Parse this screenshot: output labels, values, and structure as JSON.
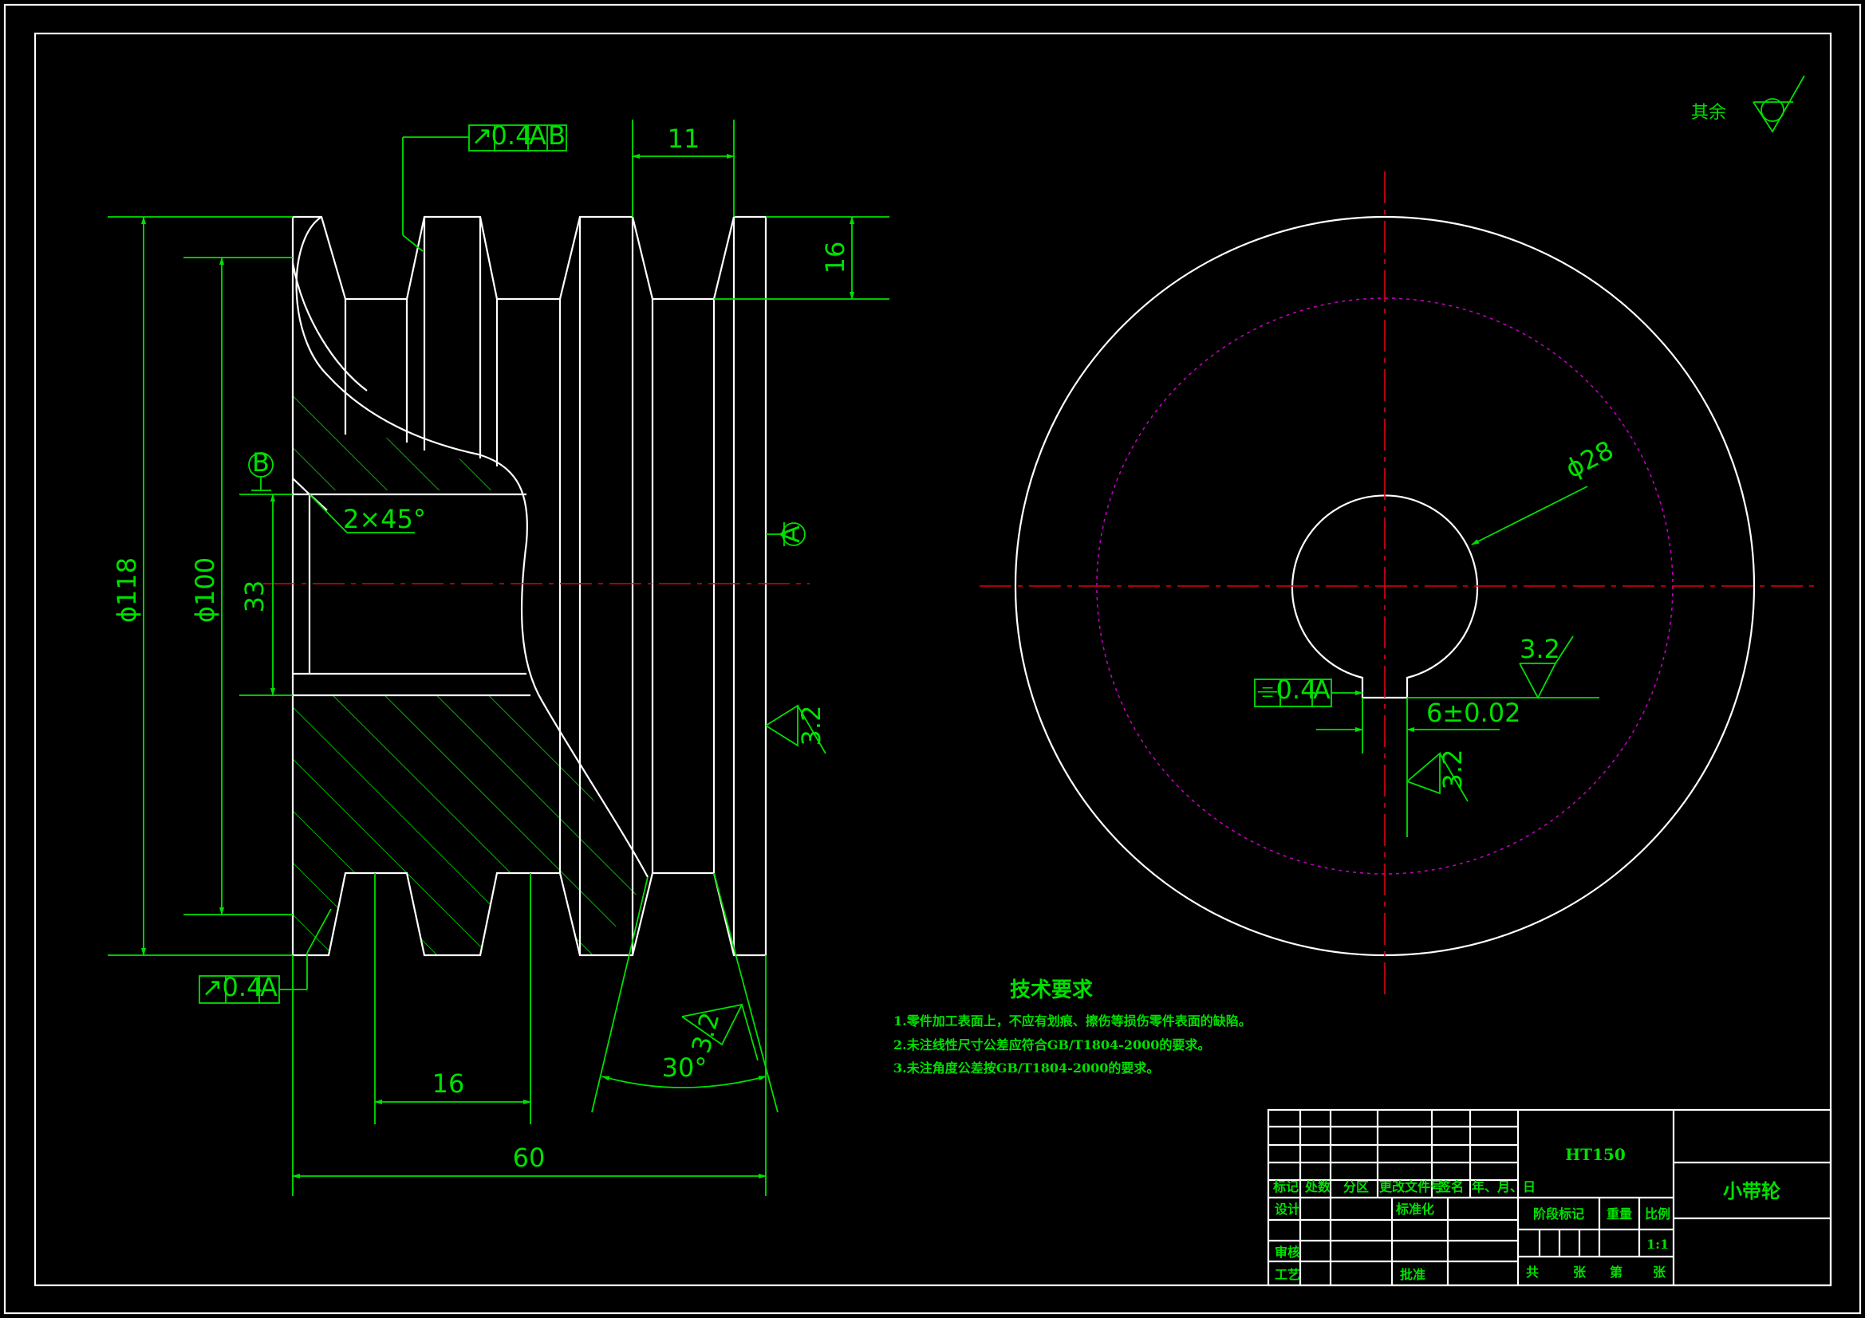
{
  "dimensions": {
    "width_11": "11",
    "height_16": "16",
    "dia_118": "ϕ118",
    "dia_100": "ϕ100",
    "bore_33": "33",
    "chamfer": "2×45°",
    "pitch_16": "16",
    "total_60": "60",
    "angle_30": "30°",
    "roughness_32": "3.2",
    "dia_28": "ϕ28",
    "key_6": "6±0.02"
  },
  "tolerance_frames": {
    "top": {
      "symbol": "↗",
      "value": "0.4",
      "datum1": "A",
      "datum2": "B"
    },
    "left": {
      "symbol": "↗",
      "value": "0.4",
      "datum1": "A"
    },
    "key": {
      "symbol": "⌯",
      "value": "0.4",
      "datum1": "A"
    }
  },
  "datums": {
    "a": "A",
    "b": "B"
  },
  "roughness_note": "其余",
  "tech_requirements": {
    "title": "技术要求",
    "items": [
      "1.零件加工表面上，不应有划痕、擦伤等损伤零件表面的缺陷。",
      "2.未注线性尺寸公差应符合GB/T1804-2000的要求。",
      "3.未注角度公差按GB/T1804-2000的要求。"
    ]
  },
  "title_block": {
    "material": "HT150",
    "part_name": "小带轮",
    "headers": [
      "标记",
      "处数",
      "分区",
      "更改文件号",
      "签名",
      "年、月、日"
    ],
    "design": "设计",
    "standardize": "标准化",
    "review": "审核",
    "process": "工艺",
    "approve": "批准",
    "stage": "阶段标记",
    "weight": "重量",
    "scale_label": "比例",
    "scale_value": "1:1",
    "total": "共",
    "sheets1": "张",
    "page": "第",
    "sheets2": "张"
  },
  "colors": {
    "background": "#000000",
    "outline": "#ffffff",
    "dimension": "#00e000",
    "centerline": "#e0001a",
    "pitch_circle": "#c000c0"
  }
}
